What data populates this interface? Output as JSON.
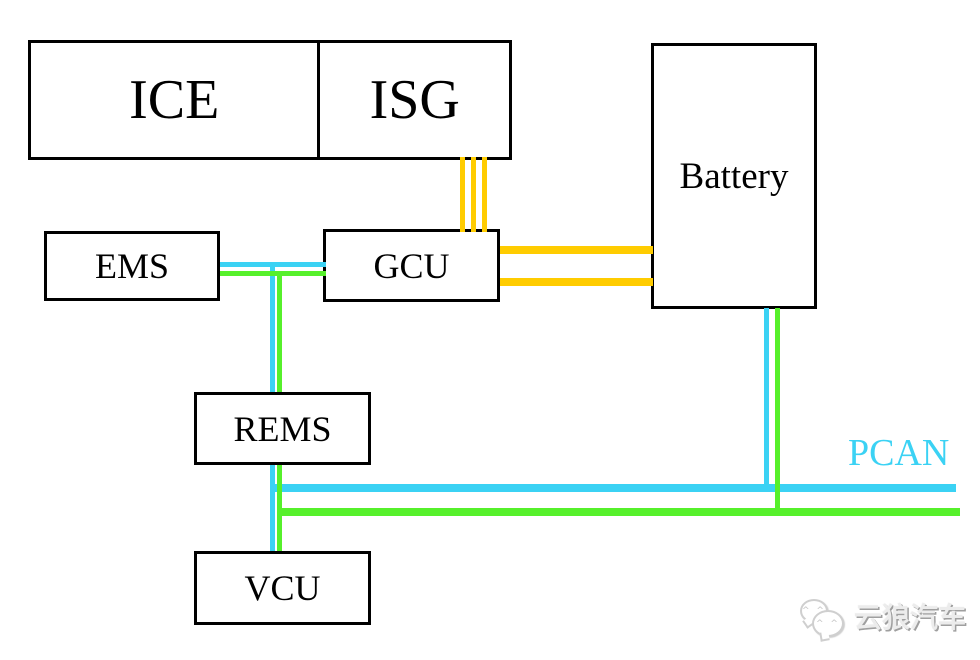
{
  "diagram": {
    "title_hint": "hybrid powertrain control architecture diagram",
    "boxes": {
      "ice": {
        "label": "ICE"
      },
      "isg": {
        "label": "ISG"
      },
      "battery": {
        "label": "Battery"
      },
      "ems": {
        "label": "EMS"
      },
      "gcu": {
        "label": "GCU"
      },
      "rems": {
        "label": "REMS"
      },
      "vcu": {
        "label": "VCU"
      }
    },
    "bus": {
      "label": "PCAN"
    },
    "connections": [
      {
        "from": "ISG",
        "to": "GCU",
        "style": "three thin vertical lines",
        "color": "#FFCC00"
      },
      {
        "from": "GCU",
        "to": "Battery",
        "style": "two thick horizontal lines",
        "color": "#FFCC00"
      },
      {
        "from": "EMS",
        "to": "GCU",
        "style": "paired horizontal lines",
        "colors": [
          "#3BD2F4",
          "#56F02B"
        ]
      },
      {
        "from": "EMS-GCU junction",
        "to": "REMS",
        "style": "paired vertical lines",
        "colors": [
          "#3BD2F4",
          "#56F02B"
        ]
      },
      {
        "from": "REMS",
        "to": "VCU",
        "style": "paired vertical lines",
        "colors": [
          "#3BD2F4",
          "#56F02B"
        ]
      },
      {
        "from": "Battery",
        "to": "PCAN buses",
        "style": "paired vertical lines",
        "colors": [
          "#3BD2F4",
          "#56F02B"
        ]
      },
      {
        "from": "REMS drop",
        "to": "right edge",
        "style": "two horizontal bus lines labeled PCAN",
        "colors": [
          "#3BD2F4",
          "#56F02B"
        ]
      }
    ]
  },
  "colors": {
    "yellow": "#FFCC00",
    "cyan": "#3BD2F4",
    "green": "#56F02B",
    "box_border": "#000000",
    "background": "#FFFFFF",
    "watermark_gray": "#CFCFCF"
  },
  "watermark": {
    "text": "云狼汽车",
    "eyes": "^ ^"
  }
}
